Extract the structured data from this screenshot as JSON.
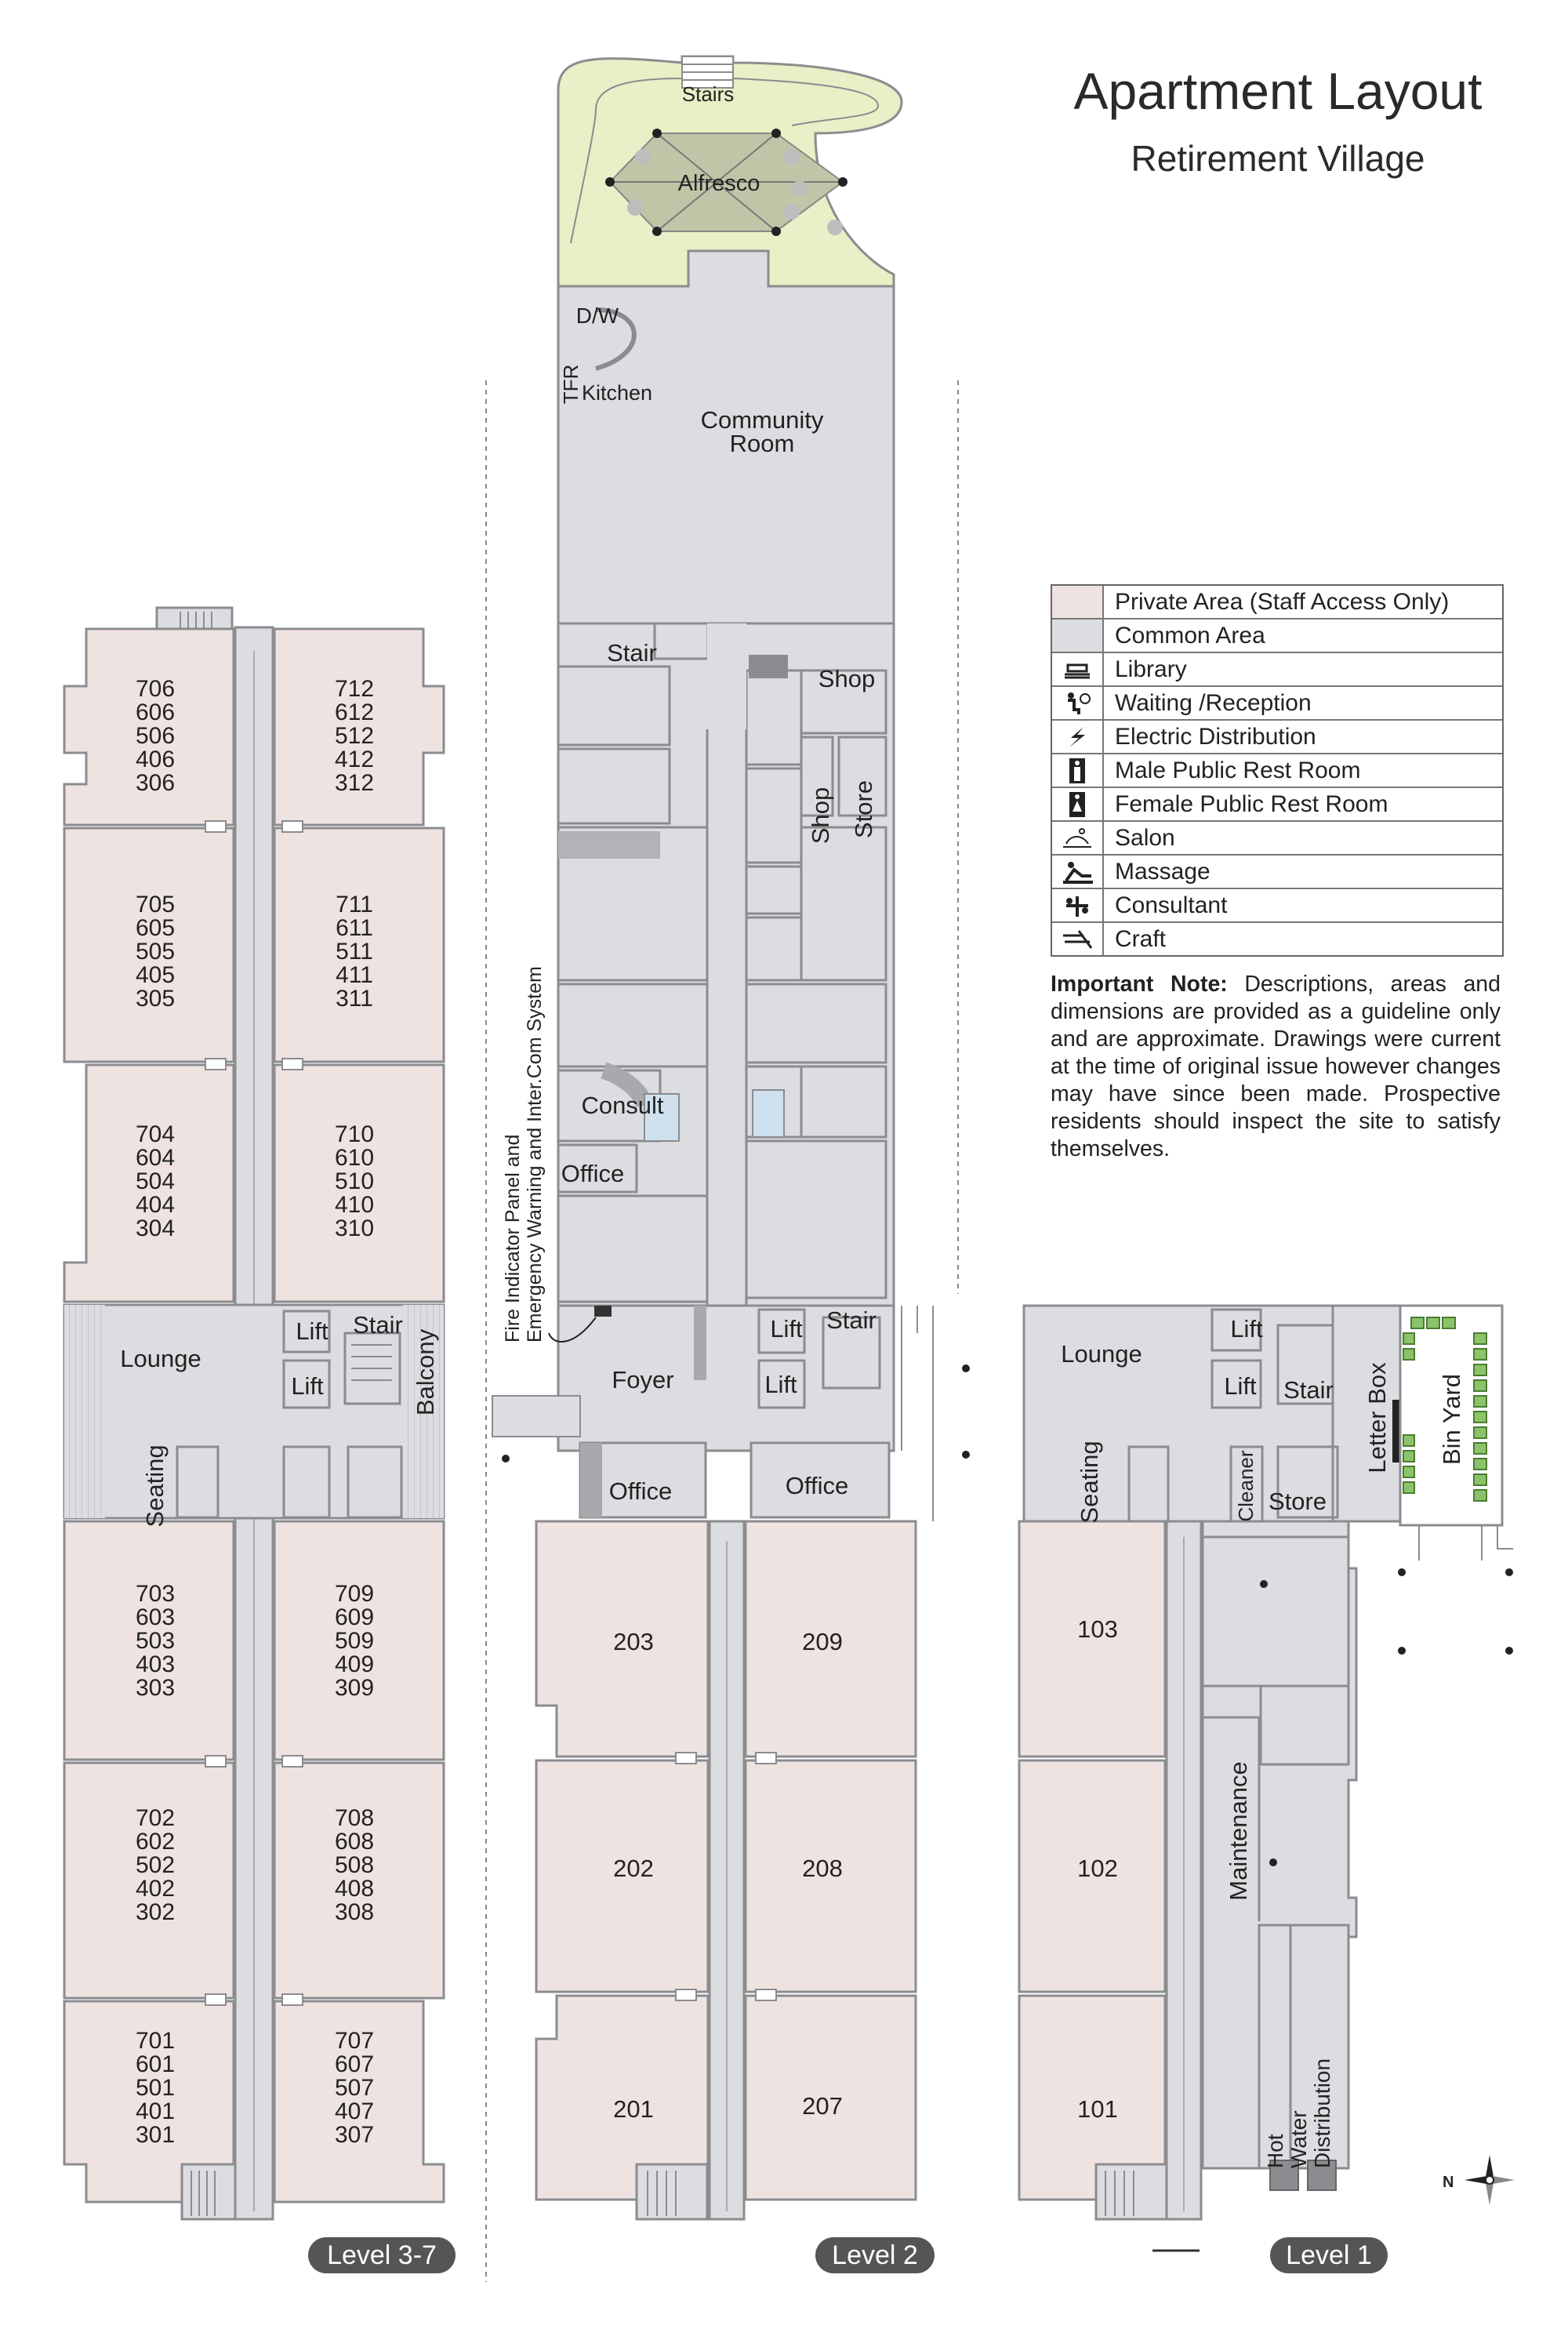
{
  "title": "Apartment Layout",
  "subtitle": "Retirement Village",
  "colors": {
    "private_area": "#efe3e1",
    "common_area": "#dcdde0",
    "alfresco": "#e9efc6",
    "wall": "#8b8c8f",
    "level_tag": "#555555",
    "bin": "#8cc36a"
  },
  "legend": [
    {
      "swatch": "private",
      "label": "Private Area (Staff Access Only)"
    },
    {
      "swatch": "common",
      "label": "Common Area"
    },
    {
      "swatch": "library-icon",
      "label": "Library"
    },
    {
      "swatch": "reception-icon",
      "label": "Waiting /Reception"
    },
    {
      "swatch": "electric-icon",
      "label": "Electric Distribution"
    },
    {
      "swatch": "male-icon",
      "label": "Male Public Rest Room"
    },
    {
      "swatch": "female-icon",
      "label": "Female Public Rest Room"
    },
    {
      "swatch": "salon-icon",
      "label": "Salon"
    },
    {
      "swatch": "massage-icon",
      "label": "Massage"
    },
    {
      "swatch": "consultant-icon",
      "label": "Consultant"
    },
    {
      "swatch": "craft-icon",
      "label": "Craft"
    }
  ],
  "note": {
    "heading": "Important Note:",
    "body": " Descriptions, areas and dimensions are provided as a guideline only and are approximate. Drawings were current at the time of original issue however changes may have since been made. Prospective residents should inspect the site to satisfy themselves."
  },
  "levels": {
    "level_3_7": {
      "tag": "Level 3-7",
      "units_left": [
        "706\n606\n506\n406\n306",
        "705\n605\n505\n405\n305",
        "704\n604\n504\n404\n304",
        "703\n603\n503\n403\n303",
        "702\n602\n502\n402\n302",
        "701\n601\n501\n401\n301"
      ],
      "units_right": [
        "712\n612\n512\n412\n312",
        "711\n611\n511\n411\n311",
        "710\n610\n510\n410\n310",
        "709\n609\n509\n409\n309",
        "708\n608\n508\n408\n308",
        "707\n607\n507\n407\n307"
      ],
      "rooms": {
        "lounge": "Lounge",
        "seating": "Seating",
        "lift1": "Lift",
        "lift2": "Lift",
        "stair": "Stair",
        "balcony": "Balcony"
      }
    },
    "level_2": {
      "tag": "Level 2",
      "units_left": [
        "203",
        "202",
        "201"
      ],
      "units_right": [
        "209",
        "208",
        "207"
      ],
      "rooms": {
        "stairs": "Stairs",
        "alfresco": "Alfresco",
        "dw": "D/W",
        "tfr": "TFR",
        "kitchen": "Kitchen",
        "community": "Community\nRoom",
        "stair": "Stair",
        "shop": "Shop",
        "shop2": "Shop",
        "store": "Store",
        "consult": "Consult",
        "office": "Office",
        "lift1": "Lift",
        "lift2": "Lift",
        "stair2": "Stair",
        "foyer": "Foyer",
        "office2": "Office",
        "office3": "Office"
      },
      "fire_panel": "Fire Indicator Panel and\nEmergency Warning and Inter.Com System"
    },
    "level_1": {
      "tag": "Level 1",
      "units": [
        "103",
        "102",
        "101"
      ],
      "rooms": {
        "lounge": "Lounge",
        "seating": "Seating",
        "lift1": "Lift",
        "lift2": "Lift",
        "stair": "Stair",
        "cleaner": "Cleaner",
        "store": "Store",
        "letter_box": "Letter Box",
        "bin_yard": "Bin Yard",
        "maintenance": "Maintenance",
        "hot_water": "Hot\nWater\nDistribution"
      }
    }
  },
  "compass_label": "N"
}
